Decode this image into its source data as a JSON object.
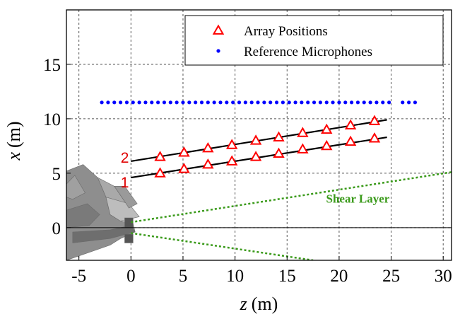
{
  "chart_data": {
    "type": "scatter",
    "title": "",
    "xlabel": "z (m)",
    "xlabel_var": "z",
    "xlabel_unit": "(m)",
    "ylabel": "x (m)",
    "ylabel_var": "x",
    "ylabel_unit": "(m)",
    "xlim": [
      -6.2,
      30.8
    ],
    "ylim": [
      -3.0,
      20.0
    ],
    "xticks": [
      -5,
      0,
      5,
      10,
      15,
      20,
      25,
      30
    ],
    "yticks": [
      0,
      5,
      10,
      15
    ],
    "grid": true,
    "legend_position": "top-right",
    "legend": [
      {
        "label": "Array Positions",
        "marker": "triangle",
        "color": "#ff0000"
      },
      {
        "label": "Reference Microphones",
        "marker": "dot",
        "color": "#0000ff"
      }
    ],
    "series": [
      {
        "name": "Reference Microphones",
        "marker": "dot",
        "color": "#0000ff",
        "x": [
          -2.8,
          -2.2,
          -1.6,
          -1.0,
          -0.4,
          0.2,
          0.8,
          1.4,
          2.0,
          2.6,
          3.2,
          3.8,
          4.4,
          5.0,
          5.6,
          6.2,
          6.8,
          7.4,
          8.0,
          8.6,
          9.2,
          9.8,
          10.4,
          11.0,
          11.6,
          12.2,
          12.8,
          13.4,
          14.0,
          14.6,
          15.2,
          15.8,
          16.4,
          17.0,
          17.6,
          18.2,
          18.8,
          19.4,
          20.0,
          20.6,
          21.2,
          21.8,
          22.4,
          23.0,
          23.6,
          24.2,
          24.8,
          26.1,
          26.7,
          27.3
        ],
        "y": [
          11.5,
          11.5,
          11.5,
          11.5,
          11.5,
          11.5,
          11.5,
          11.5,
          11.5,
          11.5,
          11.5,
          11.5,
          11.5,
          11.5,
          11.5,
          11.5,
          11.5,
          11.5,
          11.5,
          11.5,
          11.5,
          11.5,
          11.5,
          11.5,
          11.5,
          11.5,
          11.5,
          11.5,
          11.5,
          11.5,
          11.5,
          11.5,
          11.5,
          11.5,
          11.5,
          11.5,
          11.5,
          11.5,
          11.5,
          11.5,
          11.5,
          11.5,
          11.5,
          11.5,
          11.5,
          11.5,
          11.5,
          11.5,
          11.5,
          11.5
        ]
      },
      {
        "name": "Array Positions",
        "marker": "triangle",
        "color": "#ff0000",
        "x": [
          2.8,
          5.1,
          7.4,
          9.7,
          12.0,
          14.2,
          16.5,
          18.8,
          21.1,
          23.4,
          2.8,
          5.1,
          7.4,
          9.7,
          12.0,
          14.2,
          16.5,
          18.8,
          21.1,
          23.4
        ],
        "y": [
          6.5,
          6.9,
          7.3,
          7.6,
          8.0,
          8.3,
          8.7,
          9.0,
          9.4,
          9.8,
          5.0,
          5.4,
          5.8,
          6.1,
          6.5,
          6.8,
          7.2,
          7.5,
          7.9,
          8.2
        ]
      }
    ],
    "array_lines": [
      {
        "label": "2",
        "x": [
          0.0,
          24.6
        ],
        "y": [
          6.1,
          9.9
        ]
      },
      {
        "label": "1",
        "x": [
          0.0,
          24.6
        ],
        "y": [
          4.6,
          8.3
        ]
      }
    ],
    "shear_layer": {
      "label": "Shear Layer",
      "color": "#3a9a1a",
      "upper": {
        "x": [
          0.0,
          30.8
        ],
        "y": [
          0.5,
          5.1
        ]
      },
      "lower": {
        "x": [
          0.0,
          17.5
        ],
        "y": [
          -0.5,
          -3.0
        ]
      }
    }
  }
}
